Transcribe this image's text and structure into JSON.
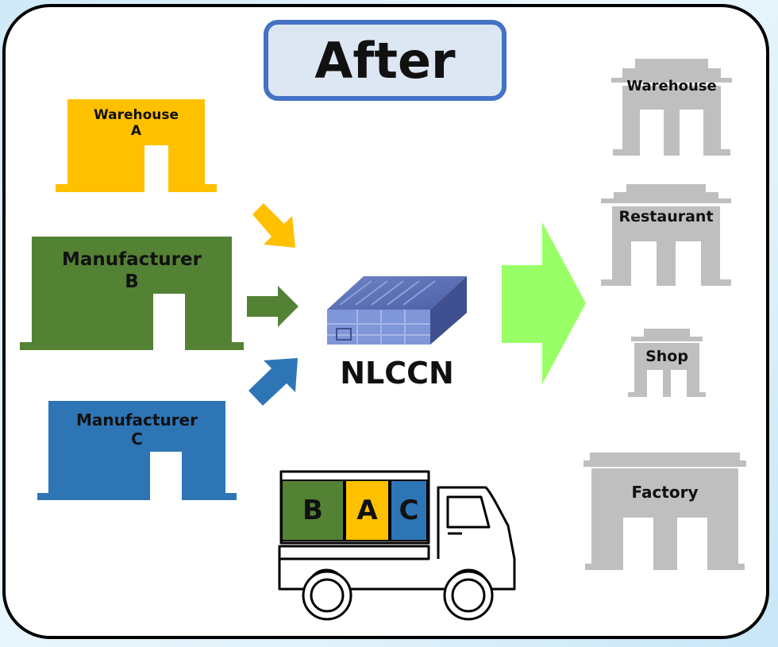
{
  "title": "After",
  "sources": [
    {
      "id": "warehouse-a",
      "label": "Warehouse\nA",
      "color": "#ffc000"
    },
    {
      "id": "manufacturer-b",
      "label": "Manufacturer\nB",
      "color": "#548235"
    },
    {
      "id": "manufacturer-c",
      "label": "Manufacturer\nC",
      "color": "#2e75b6"
    }
  ],
  "hub": {
    "label": "NLCCN",
    "color": "#7f96d8"
  },
  "truck": {
    "cargo": [
      "B",
      "A",
      "C"
    ]
  },
  "destinations": [
    {
      "label": "Warehouse"
    },
    {
      "label": "Restaurant"
    },
    {
      "label": "Shop"
    },
    {
      "label": "Factory"
    }
  ],
  "colors": {
    "destination": "#bfbfbf",
    "flow_arrow": "#99ff66",
    "title_border": "#4472c4"
  }
}
